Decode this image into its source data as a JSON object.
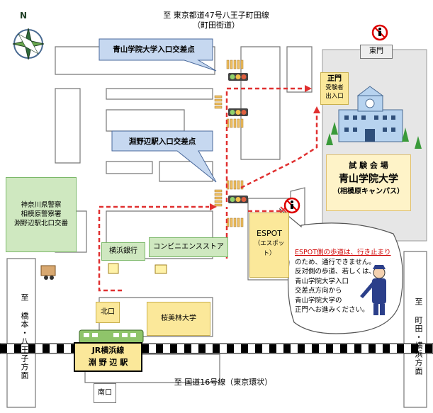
{
  "map": {
    "roads": {
      "top_line1": "至 東京都道47号八王子町田線",
      "top_line2": "（町田街道）",
      "bottom": "至 国道16号線（東京環状）",
      "left_vertical": "至 橋本・八王子方面",
      "right_vertical": "至 町田・横浜方面"
    },
    "callouts": {
      "aoyama_intersection": "青山学院大学入口交差点",
      "fuchinobe_intersection": "淵野辺駅入口交差点"
    },
    "places": {
      "east_gate": "東門",
      "main_gate": {
        "line1": "正門",
        "line2": "受験者",
        "line3": "出入口"
      },
      "exam_venue": {
        "line1": "試 験 会 場",
        "line2": "青山学院大学",
        "line3": "（相模原キャンパス）"
      },
      "police": {
        "line1": "神奈川県警察",
        "line2": "相模原警察署",
        "line3": "淵野辺駅北口交番"
      },
      "bank": "横浜銀行",
      "convenience_store": "コンビニエンスストア",
      "espot": {
        "line1": "ESPOT",
        "line2": "（エスポット）"
      },
      "north_exit": "北口",
      "south_exit": "南口",
      "oberlin": "桜美林大学",
      "station": {
        "line1": "JR横浜線",
        "line2": "淵 野 辺 駅"
      }
    },
    "note": {
      "line1_red": "ESPOT側の歩道は、行き止まり",
      "line2": "のため、通行できません。",
      "line3": "反対側の歩道、若しくは、",
      "line4": "青山学院大学入口",
      "line5": "交差点方向から",
      "line6": "青山学院大学の",
      "line7": "正門へお進みください。"
    },
    "compass": "N",
    "colors": {
      "route_red": "#e03030",
      "green_label": "#cfe8c0",
      "yellow_label": "#fbe89a",
      "callout_blue": "#c6d8f0",
      "campus_blue": "#b7d3ef"
    }
  }
}
